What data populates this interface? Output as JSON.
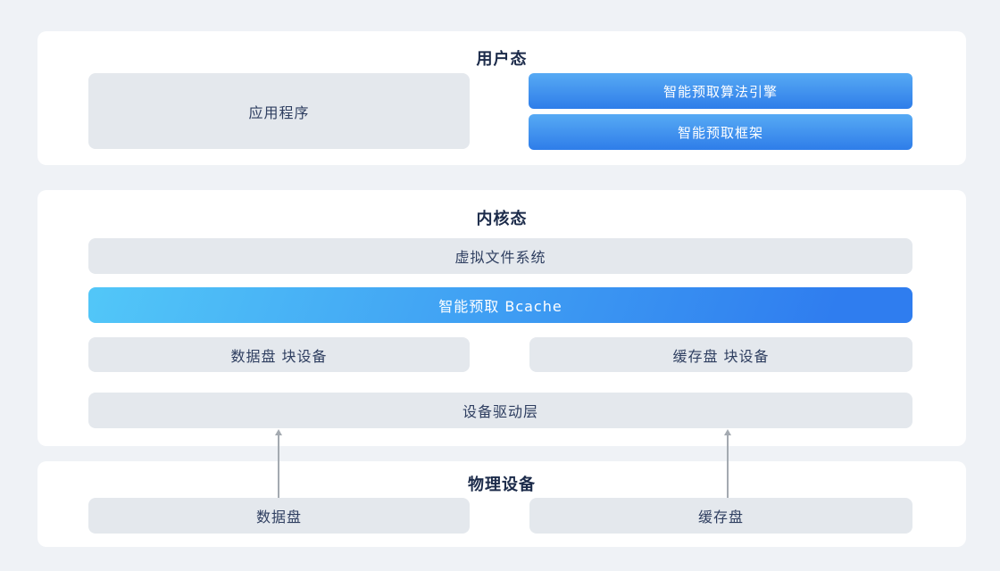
{
  "colors": {
    "page_bg": "#eff2f6",
    "card_bg": "#ffffff",
    "gray_box_bg": "#e4e8ed",
    "title_text": "#1c2b4a",
    "box_text": "#2e3e60",
    "blue_box_gradient_top": "#57aaf4",
    "blue_box_gradient_bottom": "#2e7de9",
    "bcache_gradient_left": "#52c7f8",
    "bcache_gradient_right": "#2f7def",
    "blue_box_text": "#ffffff",
    "arrow": "#a4aab1"
  },
  "user_mode": {
    "title": "用户态",
    "app_box": "应用程序",
    "engine_box": "智能预取算法引擎",
    "framework_box": "智能预取框架"
  },
  "kernel_mode": {
    "title": "内核态",
    "vfs_box": "虚拟文件系统",
    "bcache_box": "智能预取 Bcache",
    "data_block_box": "数据盘 块设备",
    "cache_block_box": "缓存盘 块设备",
    "driver_box": "设备驱动层"
  },
  "physical": {
    "title": "物理设备",
    "data_disk_box": "数据盘",
    "cache_disk_box": "缓存盘"
  }
}
